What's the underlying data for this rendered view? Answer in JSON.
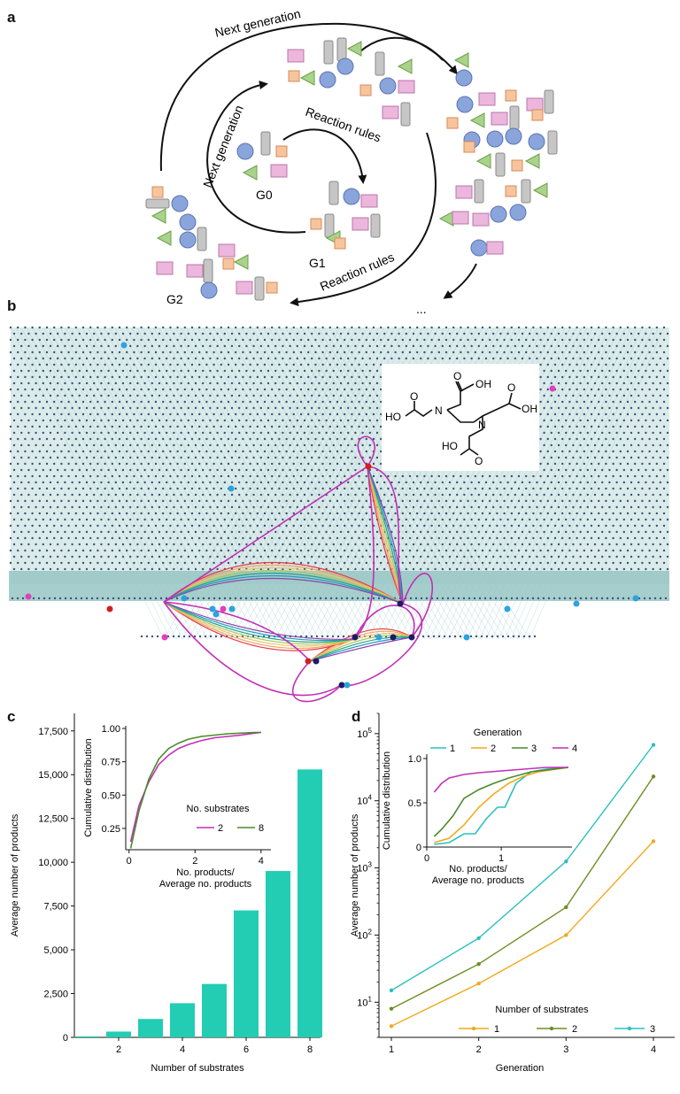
{
  "panels": {
    "a": "a",
    "b": "b",
    "c": "c",
    "d": "d"
  },
  "panel_a": {
    "generation_labels": [
      "G0",
      "G1",
      "G2"
    ],
    "next_generation_label": "Next generation",
    "reaction_rules_label": "Reaction rules",
    "continuation": "..."
  },
  "panel_b": {
    "molecule_atoms": {
      "o": "O",
      "oh": "OH",
      "ho": "HO",
      "n": "N"
    },
    "colors": {
      "network_bg": "#97c6c3",
      "node": "#3b5378",
      "highlight_pink": "#e03fbd",
      "highlight_red": "#d11f1f",
      "highlight_blue": "#2aa3e0",
      "highlight_navy": "#1d1a66"
    }
  },
  "chart_data": [
    {
      "type": "bar",
      "panel": "c",
      "categories": [
        1,
        2,
        3,
        4,
        5,
        6,
        7,
        8
      ],
      "values": [
        60,
        330,
        1050,
        1950,
        3050,
        7250,
        9500,
        15300
      ],
      "xlabel": "Number of substrates",
      "ylabel": "Average number of products",
      "xticks": [
        2,
        4,
        6,
        8
      ],
      "yticks": [
        0,
        2500,
        5000,
        7500,
        10000,
        12500,
        15000,
        17500
      ],
      "ytick_labels": [
        "0",
        "2,500",
        "5,000",
        "7,500",
        "10,000",
        "12,500",
        "15,000",
        "17,500"
      ],
      "ylim": [
        0,
        18500
      ],
      "color": "#22cdb3",
      "inset": {
        "type": "line",
        "xlabel": "No. products/\nAverage no. products",
        "ylabel": "Cumulative distribution",
        "xticks": [
          0,
          2,
          4
        ],
        "yticks": [
          0.25,
          0.5,
          0.75,
          1.0
        ],
        "ytick_labels": [
          "0.25",
          "0.50",
          "0.75",
          "1.00"
        ],
        "xlim": [
          -0.1,
          4.3
        ],
        "ylim": [
          0.09,
          1.02
        ],
        "legend_title": "No. substrates",
        "series": [
          {
            "name": "2",
            "color": "#c22fb6",
            "x": [
              0.05,
              0.3,
              0.6,
              0.9,
              1.2,
              1.5,
              1.8,
              2.2,
              2.6,
              3.0,
              3.4,
              3.8,
              4.0
            ],
            "y": [
              0.15,
              0.42,
              0.6,
              0.73,
              0.8,
              0.85,
              0.88,
              0.91,
              0.93,
              0.94,
              0.95,
              0.965,
              0.97
            ]
          },
          {
            "name": "8",
            "color": "#4a8a2a",
            "x": [
              0.05,
              0.3,
              0.6,
              0.9,
              1.2,
              1.5,
              1.8,
              2.2,
              2.6,
              3.0,
              3.4,
              3.8,
              4.0
            ],
            "y": [
              0.1,
              0.38,
              0.62,
              0.77,
              0.85,
              0.89,
              0.92,
              0.94,
              0.95,
              0.96,
              0.965,
              0.97,
              0.97
            ]
          }
        ]
      }
    },
    {
      "type": "line",
      "panel": "d",
      "x": [
        1,
        2,
        3,
        4
      ],
      "xlabel": "Generation",
      "ylabel": "Average number of products",
      "xticks": [
        1,
        2,
        3,
        4
      ],
      "yticks": [
        10,
        100,
        1000,
        10000,
        100000
      ],
      "ytick_base": "10",
      "ytick_exp": [
        "1",
        "2",
        "3",
        "4",
        "5"
      ],
      "yscale": "log",
      "ylim": [
        3,
        200000
      ],
      "legend_title": "Number of substrates",
      "series": [
        {
          "name": "1",
          "color": "#efaa1c",
          "values": [
            4.4,
            19,
            100,
            2500
          ]
        },
        {
          "name": "2",
          "color": "#6b8e23",
          "values": [
            8,
            37,
            260,
            23000
          ]
        },
        {
          "name": "3",
          "color": "#2cc0c0",
          "values": [
            15,
            90,
            1250,
            68000
          ]
        }
      ],
      "inset": {
        "type": "line",
        "xlabel": "No. products/\nAverage no. products",
        "ylabel": "Cumulative distribution",
        "xticks": [
          0,
          1
        ],
        "yticks": [
          0,
          0.5,
          1.0
        ],
        "ytick_labels": [
          "0",
          "0.5",
          "1.0"
        ],
        "xlim": [
          0,
          1.95
        ],
        "ylim": [
          0,
          1.05
        ],
        "legend_title": "Generation",
        "series": [
          {
            "name": "1",
            "color": "#2cc0c0",
            "x": [
              0.1,
              0.3,
              0.5,
              0.65,
              0.8,
              0.95,
              1.05,
              1.2,
              1.4,
              1.6,
              1.9
            ],
            "y": [
              0.03,
              0.05,
              0.15,
              0.15,
              0.32,
              0.45,
              0.45,
              0.72,
              0.85,
              0.88,
              0.9
            ]
          },
          {
            "name": "2",
            "color": "#efaa1c",
            "x": [
              0.1,
              0.3,
              0.5,
              0.7,
              0.9,
              1.1,
              1.3,
              1.5,
              1.9
            ],
            "y": [
              0.05,
              0.1,
              0.25,
              0.45,
              0.6,
              0.72,
              0.8,
              0.85,
              0.9
            ]
          },
          {
            "name": "3",
            "color": "#4a8a2a",
            "x": [
              0.1,
              0.2,
              0.35,
              0.5,
              0.7,
              0.9,
              1.1,
              1.4,
              1.9
            ],
            "y": [
              0.12,
              0.2,
              0.35,
              0.55,
              0.65,
              0.72,
              0.78,
              0.85,
              0.9
            ]
          },
          {
            "name": "4",
            "color": "#c22fb6",
            "x": [
              0.1,
              0.2,
              0.3,
              0.5,
              0.7,
              1.0,
              1.3,
              1.6,
              1.9
            ],
            "y": [
              0.62,
              0.72,
              0.78,
              0.82,
              0.84,
              0.86,
              0.88,
              0.9,
              0.9
            ]
          }
        ]
      }
    }
  ]
}
